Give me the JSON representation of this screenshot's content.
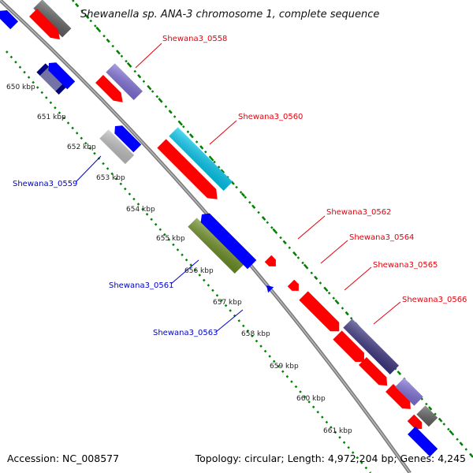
{
  "title": "Shewanella sp. ANA-3 chromosome 1, complete sequence",
  "footer": {
    "accession": "Accession: NC_008577",
    "topology": "Topology: circular; Length: 4,972,204 bp; Genes: 4,245"
  },
  "scale_labels": [
    "650 kbp",
    "651 kbp",
    "652 kbp",
    "653 kbp",
    "654 kbp",
    "655 kbp",
    "656 kbp",
    "657 kbp",
    "658 kbp",
    "659 kbp",
    "660 kbp",
    "661 kbp"
  ],
  "gene_labels_forward": [
    "Shewana3_0558",
    "Shewana3_0560",
    "Shewana3_0562",
    "Shewana3_0564",
    "Shewana3_0565",
    "Shewana3_0566"
  ],
  "gene_labels_reverse": [
    "Shewana3_0559",
    "Shewana3_0561",
    "Shewana3_0563"
  ],
  "colors": {
    "red": "#ff0000",
    "blue": "#0000ff",
    "light_blue": "#00c8f0",
    "lavender": "#7f6fd8",
    "dark_slate": "#3c3480",
    "navy": "#000080",
    "silver": "#c0c0c0",
    "gray": "#606060",
    "olive": "#6b8e23",
    "backbone": "#808080",
    "dots": "#008000",
    "label_forward": "#e8000b",
    "label_reverse": "#0000cc"
  }
}
